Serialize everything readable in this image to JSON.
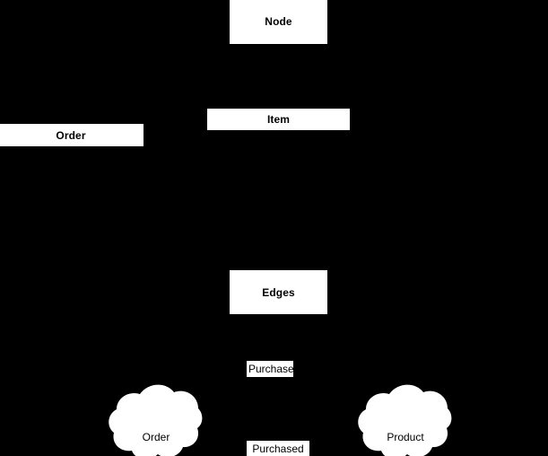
{
  "diagram": {
    "background_color": "#000000",
    "shape_fill_color": "#ffffff",
    "text_color": "#000000",
    "boxes": [
      {
        "id": "node",
        "label": "Node"
      },
      {
        "id": "item",
        "label": "Item"
      },
      {
        "id": "order",
        "label": "Order"
      },
      {
        "id": "edges",
        "label": "Edges"
      }
    ],
    "labels": [
      {
        "id": "purchase",
        "label": "Purchase"
      },
      {
        "id": "purchased",
        "label": "Purchased"
      }
    ],
    "clouds": [
      {
        "id": "order",
        "label": "Order"
      },
      {
        "id": "product",
        "label": "Product"
      }
    ]
  }
}
